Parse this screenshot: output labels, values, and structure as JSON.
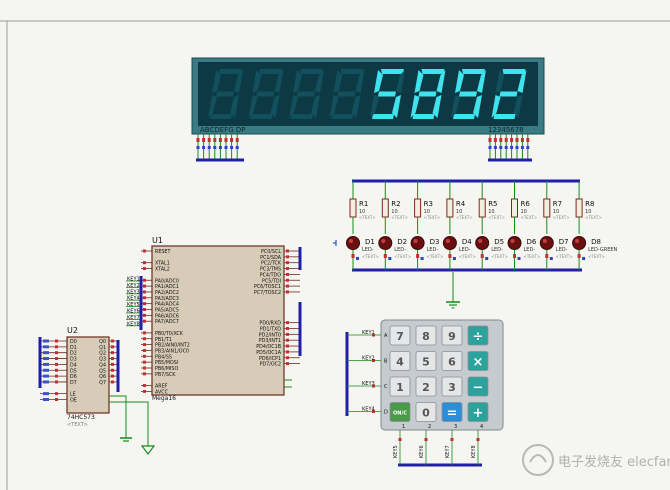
{
  "display": {
    "value": "5892",
    "seg_label": "ABCDEFG DP",
    "digit_label": "12345678"
  },
  "resistors": [
    {
      "ref": "R1",
      "val": "10"
    },
    {
      "ref": "R2",
      "val": "10"
    },
    {
      "ref": "R3",
      "val": "10"
    },
    {
      "ref": "R4",
      "val": "10"
    },
    {
      "ref": "R5",
      "val": "10"
    },
    {
      "ref": "R6",
      "val": "10"
    },
    {
      "ref": "R7",
      "val": "10"
    },
    {
      "ref": "R8",
      "val": "10"
    }
  ],
  "leds": [
    {
      "ref": "D1",
      "type": "LED-"
    },
    {
      "ref": "D2",
      "type": "LED-"
    },
    {
      "ref": "D3",
      "type": "LED-"
    },
    {
      "ref": "D4",
      "type": "LED-"
    },
    {
      "ref": "D5",
      "type": "LED-"
    },
    {
      "ref": "D6",
      "type": "LED-"
    },
    {
      "ref": "D7",
      "type": "LED-"
    },
    {
      "ref": "D8",
      "type": "LED-GREEN"
    }
  ],
  "u1": {
    "ref": "U1",
    "part": "Mega16",
    "left_pins": [
      "RESET",
      "",
      "XTAL1",
      "XTAL2",
      "",
      "PA0/ADC0",
      "PA1/ADC1",
      "PA2/ADC2",
      "PA3/ADC3",
      "PA4/ADC4",
      "PA5/ADC5",
      "PA6/ADC6",
      "PA7/ADC7",
      "",
      "PB0/T0/XCK",
      "PB1/T1",
      "PB2/AIN0/INT2",
      "PB3/AIN1/OC0",
      "PB4/SS",
      "PB5/MOSI",
      "PB6/MISO",
      "PB7/SCK",
      "",
      "AREF",
      "AVCC"
    ],
    "right_pins": [
      "PC0/SCL",
      "PC1/SDA",
      "PC2/TCK",
      "PC3/TMS",
      "PC4/TDO",
      "PC5/TDI",
      "PC6/TOSC1",
      "PC7/TOSC2",
      "",
      "PD0/RXD",
      "PD1/TXD",
      "PD2/INT0",
      "PD3/INT1",
      "PD4/OC1B",
      "PD5/OC1A",
      "PD6/ICP1",
      "PD7/OC2"
    ],
    "key_labels": [
      "KEY1",
      "KEY2",
      "KEY3",
      "KEY4",
      "KEY5",
      "KEY6",
      "KEY7",
      "KEY8"
    ]
  },
  "u2": {
    "ref": "U2",
    "part": "74HC573",
    "text": "<TEXT>",
    "left_pins": [
      "D0",
      "D1",
      "D2",
      "D3",
      "D4",
      "D5",
      "D6",
      "D7",
      "",
      "LE",
      "OE"
    ],
    "right_pins": [
      "Q0",
      "Q1",
      "Q2",
      "Q3",
      "Q4",
      "Q5",
      "Q6",
      "Q7"
    ]
  },
  "keypad": {
    "keys": [
      "7",
      "8",
      "9",
      "÷",
      "4",
      "5",
      "6",
      "×",
      "1",
      "2",
      "3",
      "−",
      "ON/C",
      "0",
      "=",
      "+"
    ],
    "row_labels": [
      "A",
      "B",
      "C",
      "D"
    ],
    "col_labels": [
      "1",
      "2",
      "3",
      "4"
    ],
    "row_keys": [
      "KEY1",
      "KEY2",
      "KEY3",
      "KEY4"
    ],
    "col_keys": [
      "KEY5",
      "KEY6",
      "KEY7",
      "KEY8"
    ]
  },
  "watermark": "电子发烧友 elecfans.com",
  "colors": {
    "wire": "#1a8a1a",
    "bus": "#1f1fa8",
    "component": "#a02020",
    "display_bg": "#0e3a44",
    "segment_on": "#3fe3ee",
    "segment_off": "#11505c",
    "keypad_bg": "#2ba39c"
  }
}
